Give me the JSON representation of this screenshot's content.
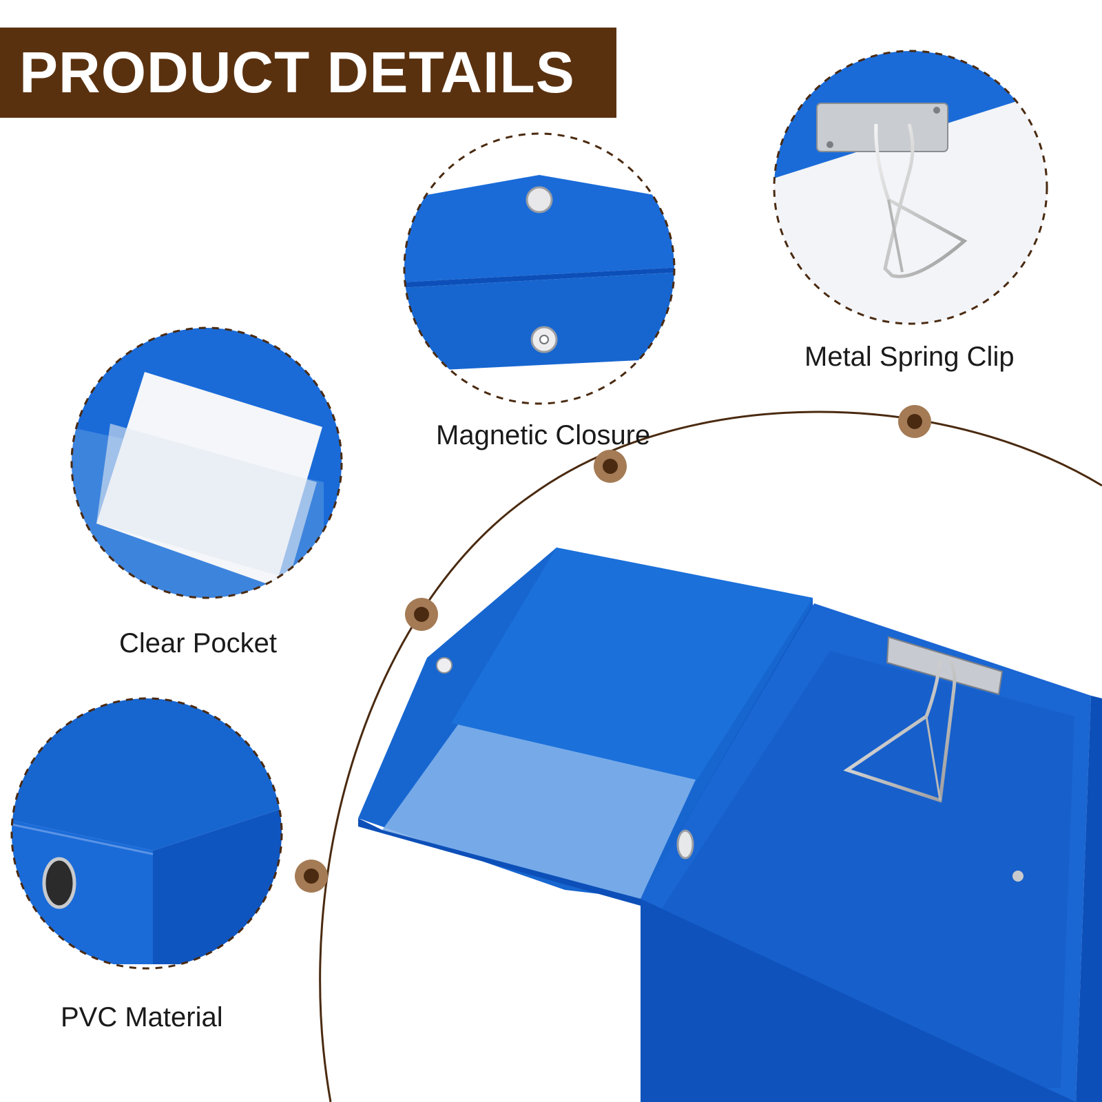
{
  "header": {
    "title": "PRODUCT DETAILS"
  },
  "features": [
    {
      "label": "Metal Spring Clip",
      "icon": "spring-clip-image"
    },
    {
      "label": "Magnetic Closure",
      "icon": "magnetic-closure-image"
    },
    {
      "label": "Clear Pocket",
      "icon": "clear-pocket-image"
    },
    {
      "label": "PVC Material",
      "icon": "pvc-material-image"
    }
  ],
  "colors": {
    "banner": "#5a310f",
    "accent_dot": "#a47b55",
    "accent_dot_center": "#4a2a10",
    "product_blue": "#1a6bd8",
    "product_blue_dark": "#0d4fb8"
  }
}
